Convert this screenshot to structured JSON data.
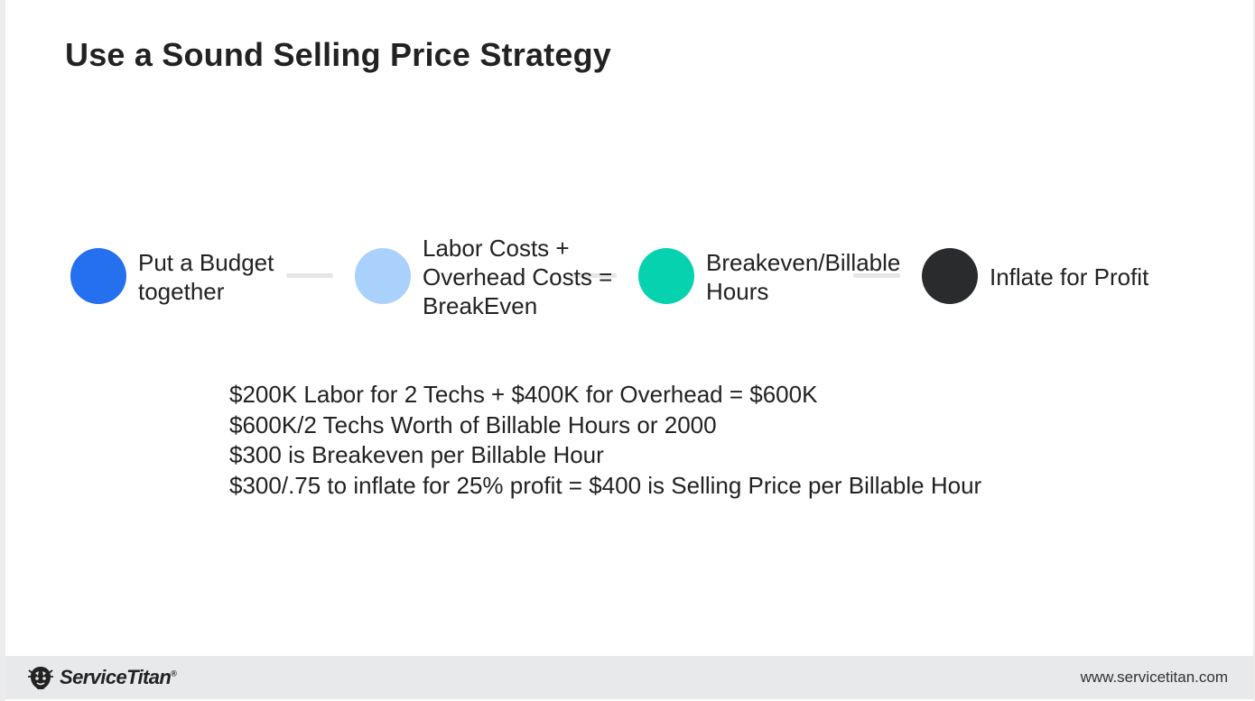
{
  "slide": {
    "title": "Use a Sound Selling Price Strategy"
  },
  "steps": [
    {
      "color": "#2470ee",
      "lines": [
        "Put a Budget",
        "together"
      ]
    },
    {
      "color": "#a9d1fc",
      "lines": [
        "Labor Costs +",
        "Overhead Costs =",
        "BreakEven"
      ]
    },
    {
      "color": "#06d2b0",
      "lines": [
        "Breakeven/Billable",
        "Hours"
      ]
    },
    {
      "color": "#2a2b2d",
      "lines": [
        "Inflate for Profit"
      ]
    }
  ],
  "calculation": [
    "$200K Labor for 2 Techs + $400K for Overhead = $600K",
    "$600K/2 Techs Worth of Billable Hours or 2000",
    "$300 is Breakeven per Billable Hour",
    "$300/.75 to inflate for 25% profit = $400 is Selling Price per Billable Hour"
  ],
  "footer": {
    "brand": "ServiceTitan",
    "brand_mark": "®",
    "logo_icon": "titan-head-icon",
    "website": "www.servicetitan.com"
  }
}
